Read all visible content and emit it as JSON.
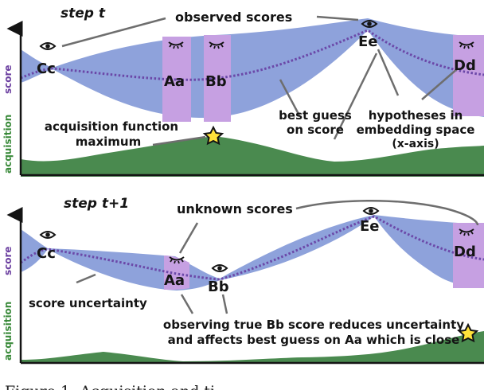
{
  "colors": {
    "uncertainty": "#8ea2db",
    "unknown": "#c6a0e2",
    "best_guess": "#6b48a8",
    "acquisition": "#4a8a4f",
    "star": "#ffe23a",
    "callout_line": "#6e6e6e",
    "score_axis_label": "#6b3fa0",
    "acquisition_axis_label": "#3a8a3a",
    "text": "#141414"
  },
  "axis_labels": {
    "score": "score",
    "acquisition": "acquisition"
  },
  "icons": {
    "observed": "eye-icon",
    "unknown": "closed-eye-icon",
    "maximum": "star-icon"
  },
  "panel1": {
    "title": "step t",
    "points": [
      {
        "label": "Cc",
        "state": "observed"
      },
      {
        "label": "Aa",
        "state": "unknown"
      },
      {
        "label": "Bb",
        "state": "unknown"
      },
      {
        "label": "Ee",
        "state": "observed"
      },
      {
        "label": "Dd",
        "state": "unknown"
      }
    ],
    "annotations": {
      "observed_scores": "observed scores",
      "best_guess_1": "best guess",
      "best_guess_2": "on score",
      "hypotheses_1": "hypotheses in",
      "hypotheses_2": "embedding space",
      "hypotheses_3": "(x-axis)",
      "acq_max_1": "acquisition function",
      "acq_max_2": "maximum"
    }
  },
  "panel2": {
    "title": "step t+1",
    "points": [
      {
        "label": "Cc",
        "state": "observed"
      },
      {
        "label": "Aa",
        "state": "unknown"
      },
      {
        "label": "Bb",
        "state": "observed"
      },
      {
        "label": "Ee",
        "state": "observed"
      },
      {
        "label": "Dd",
        "state": "unknown"
      }
    ],
    "annotations": {
      "unknown_scores": "unknown scores",
      "score_uncertainty": "score uncertainty",
      "observing_1": "observing true Bb score reduces uncertainty",
      "observing_2": "and affects best guess on Aa which is close"
    }
  },
  "caption": "Figure 1: Acquisition and ti"
}
